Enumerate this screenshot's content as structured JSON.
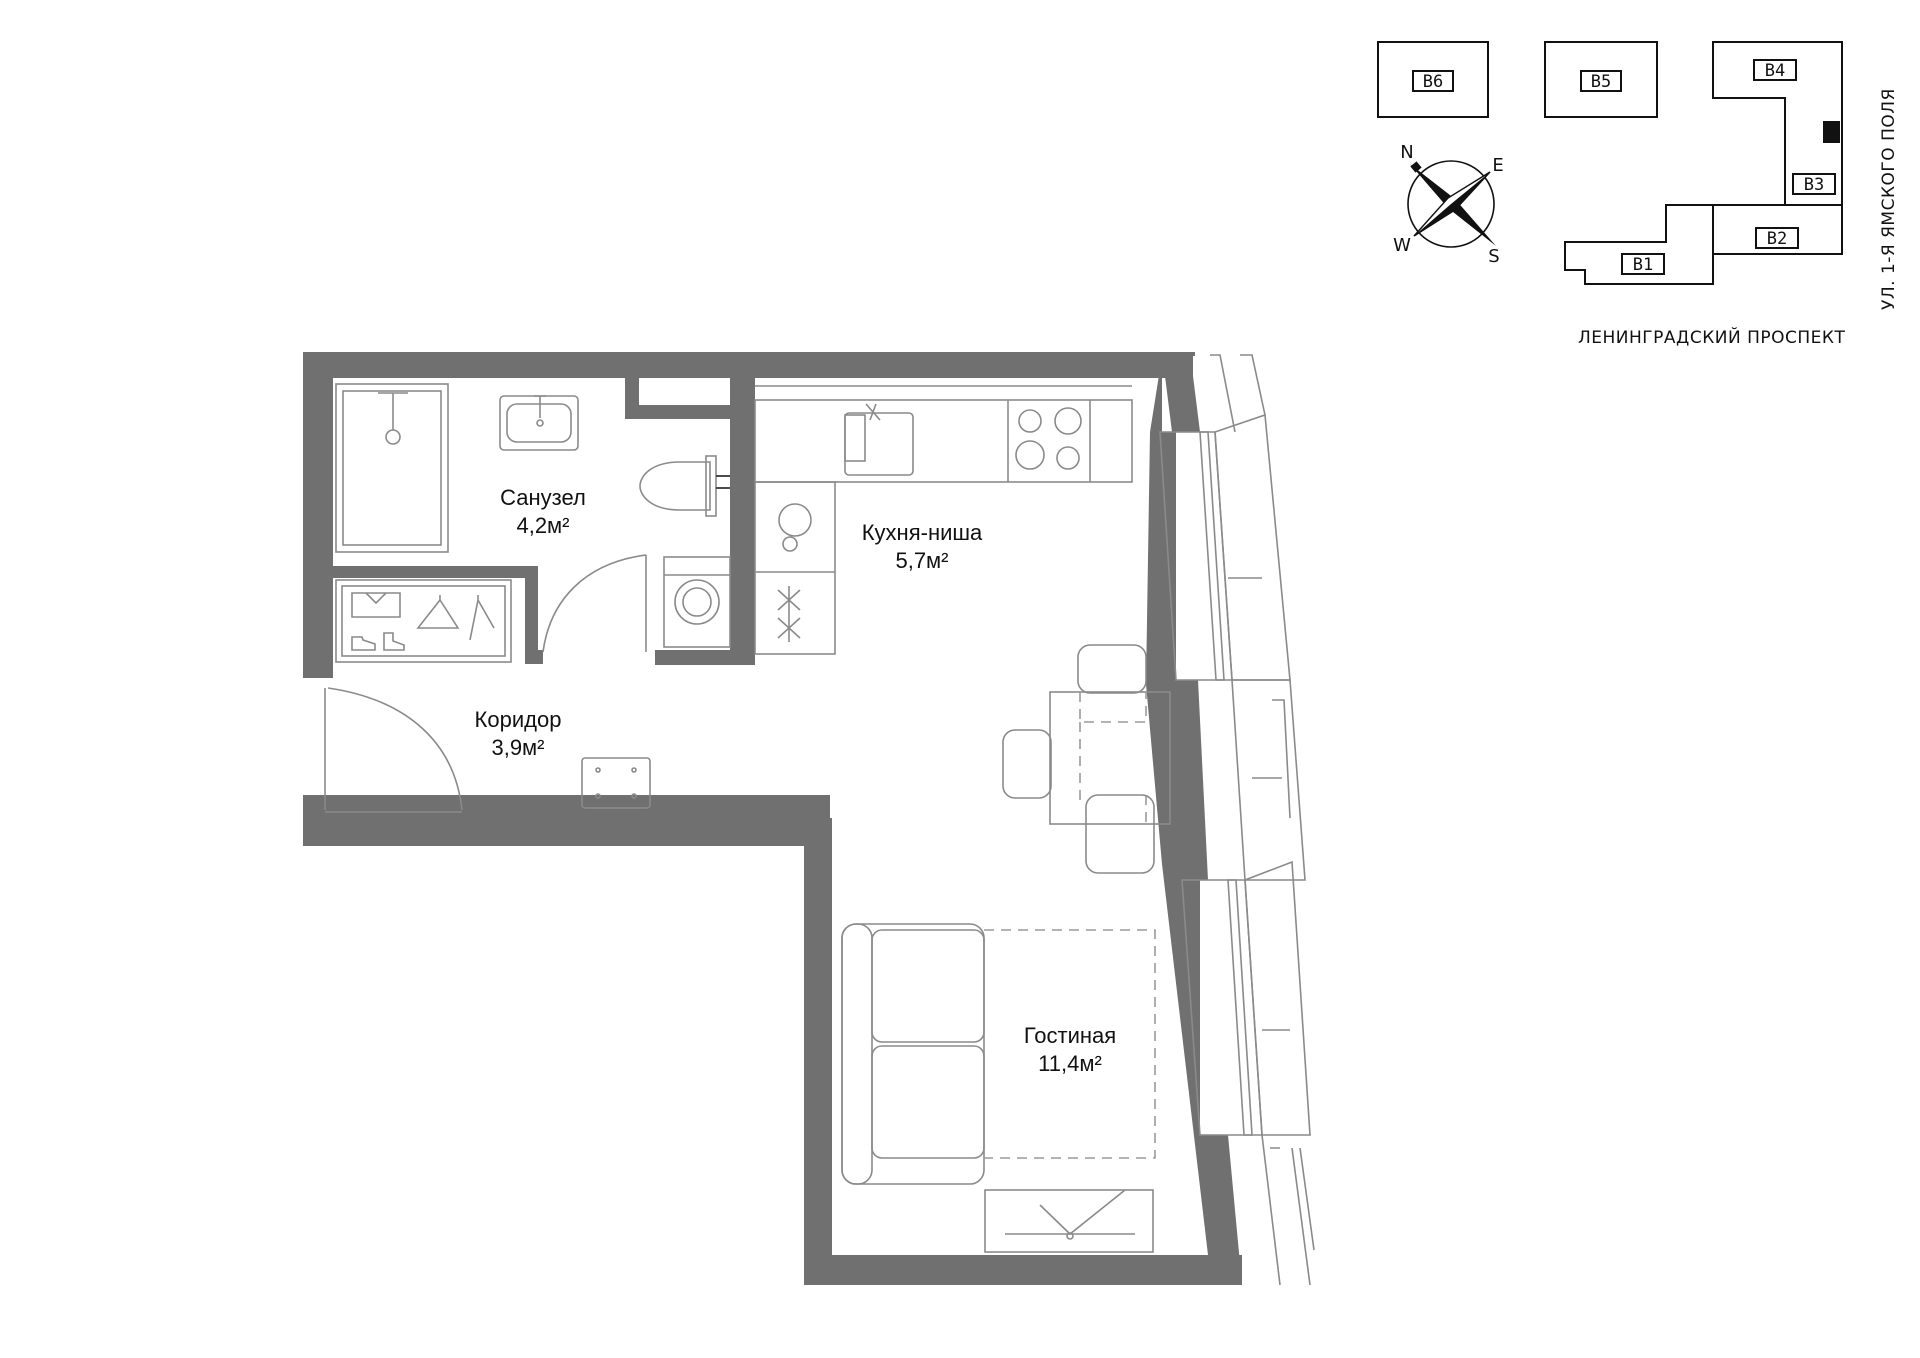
{
  "rooms": {
    "bathroom": {
      "name": "Санузел",
      "area": "4,2м²"
    },
    "kitchen": {
      "name": "Кухня-ниша",
      "area": "5,7м²"
    },
    "corridor": {
      "name": "Коридор",
      "area": "3,9м²"
    },
    "living": {
      "name": "Гостиная",
      "area": "11,4м²"
    }
  },
  "site_plan": {
    "buildings": [
      "B6",
      "B5",
      "B4",
      "B3",
      "B2",
      "B1"
    ],
    "street_bottom": "ЛЕНИНГРАДСКИЙ ПРОСПЕКТ",
    "street_right": "УЛ. 1-Я ЯМСКОГО ПОЛЯ"
  },
  "compass": {
    "n": "N",
    "e": "E",
    "s": "S",
    "w": "W"
  }
}
